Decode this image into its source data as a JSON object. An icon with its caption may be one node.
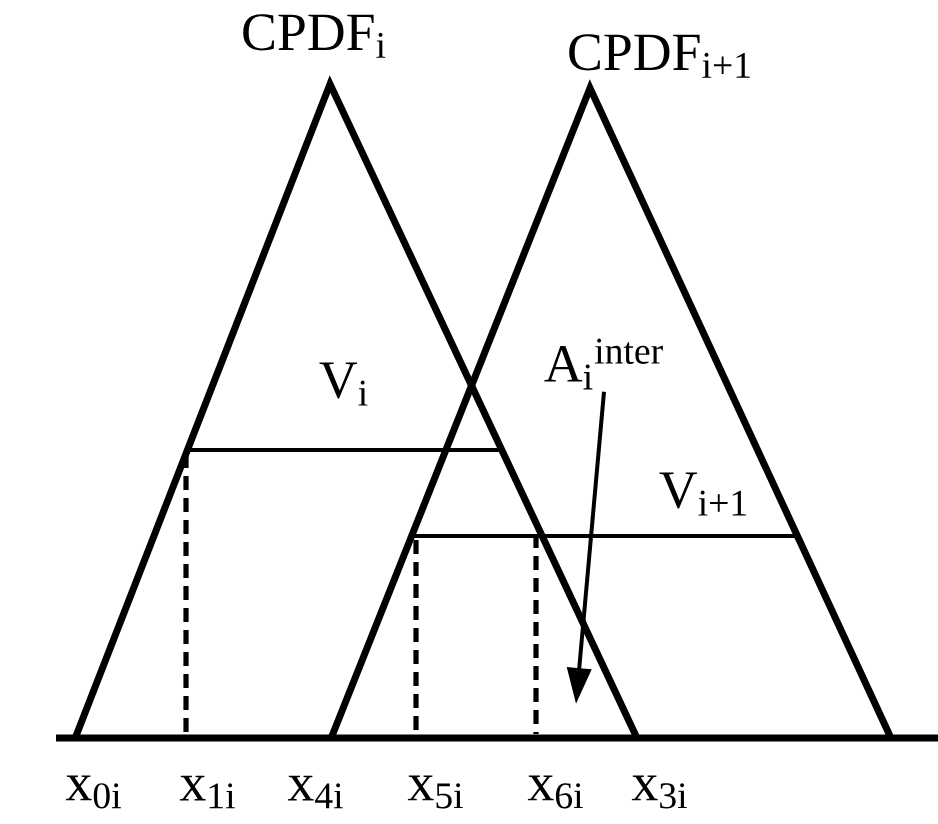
{
  "diagram": {
    "nodes": [
      {
        "text": [
          "CPDF$_{i}$"
        ]
      },
      {
        "text": [
          "CPDF$_{i+1}$"
        ]
      },
      {
        "text": [
          "A$_{i}$$^{inter}$"
        ],
        "in": 1
      }
    ],
    "edges": [
      {
        "from": 2,
        "to": 0,
        "arrow": "to"
      }
    ],
    "labels": [
      "V$_{i}$",
      "V$_{i+1}$",
      "x$_{0i}$",
      "x$_{1i}$",
      "x$_{4i}$",
      "x$_{5i}$",
      "x$_{6i}$",
      "x$_{3i}$"
    ]
  }
}
